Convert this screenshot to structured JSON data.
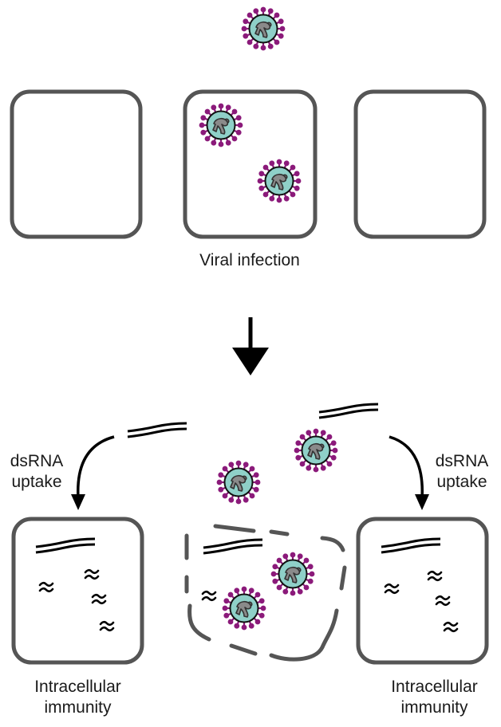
{
  "labels": {
    "infection": "Viral infection",
    "uptake_left": "dsRNA\nuptake",
    "uptake_right": "dsRNA\nuptake",
    "immunity_left": "Intracellular\nimmunity",
    "immunity_right": "Intracellular\nimmunity"
  },
  "colors": {
    "cell_stroke": "#555555",
    "virus_fill": "#8fd0c8",
    "virus_core": "#8a8a8a",
    "spike": "#8b1a7a",
    "arrow": "#000000"
  }
}
